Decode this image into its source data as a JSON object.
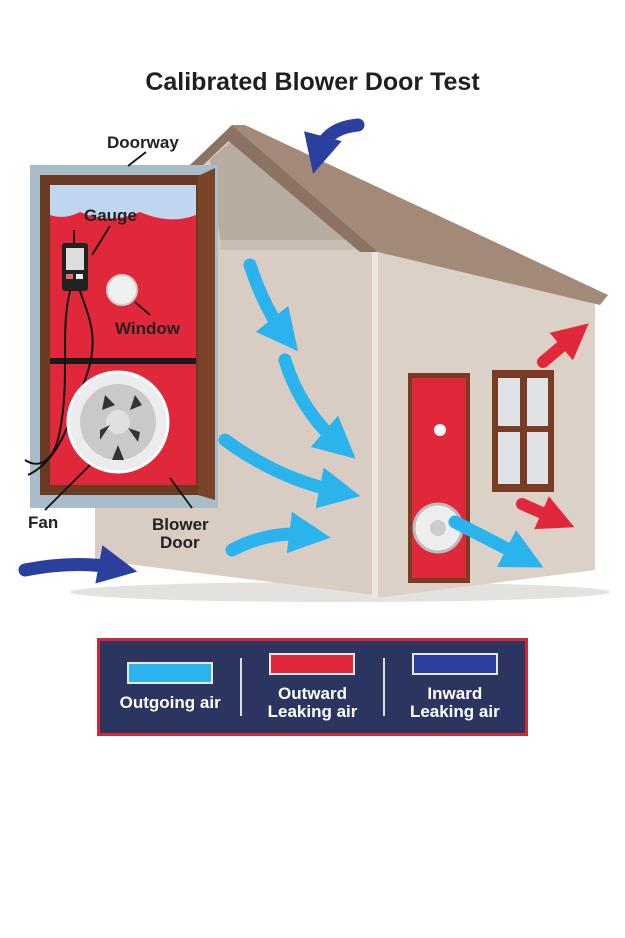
{
  "title": "Calibrated Blower Door Test",
  "labels": {
    "doorway": "Doorway",
    "gauge": "Gauge",
    "window": "Window",
    "fan": "Fan",
    "blower_door_line1": "Blower",
    "blower_door_line2": "Door"
  },
  "legend": [
    {
      "line1": "Outgoing air",
      "line2": "",
      "color": "#2bb3ee"
    },
    {
      "line1": "Outward",
      "line2": "Leaking air",
      "color": "#e0283a"
    },
    {
      "line1": "Inward",
      "line2": "Leaking air",
      "color": "#2a3f9e"
    }
  ],
  "colors": {
    "outgoing": "#2bb3ee",
    "outward": "#e0283a",
    "inward": "#2a3f9e",
    "legend_bg": "#2b3560"
  }
}
